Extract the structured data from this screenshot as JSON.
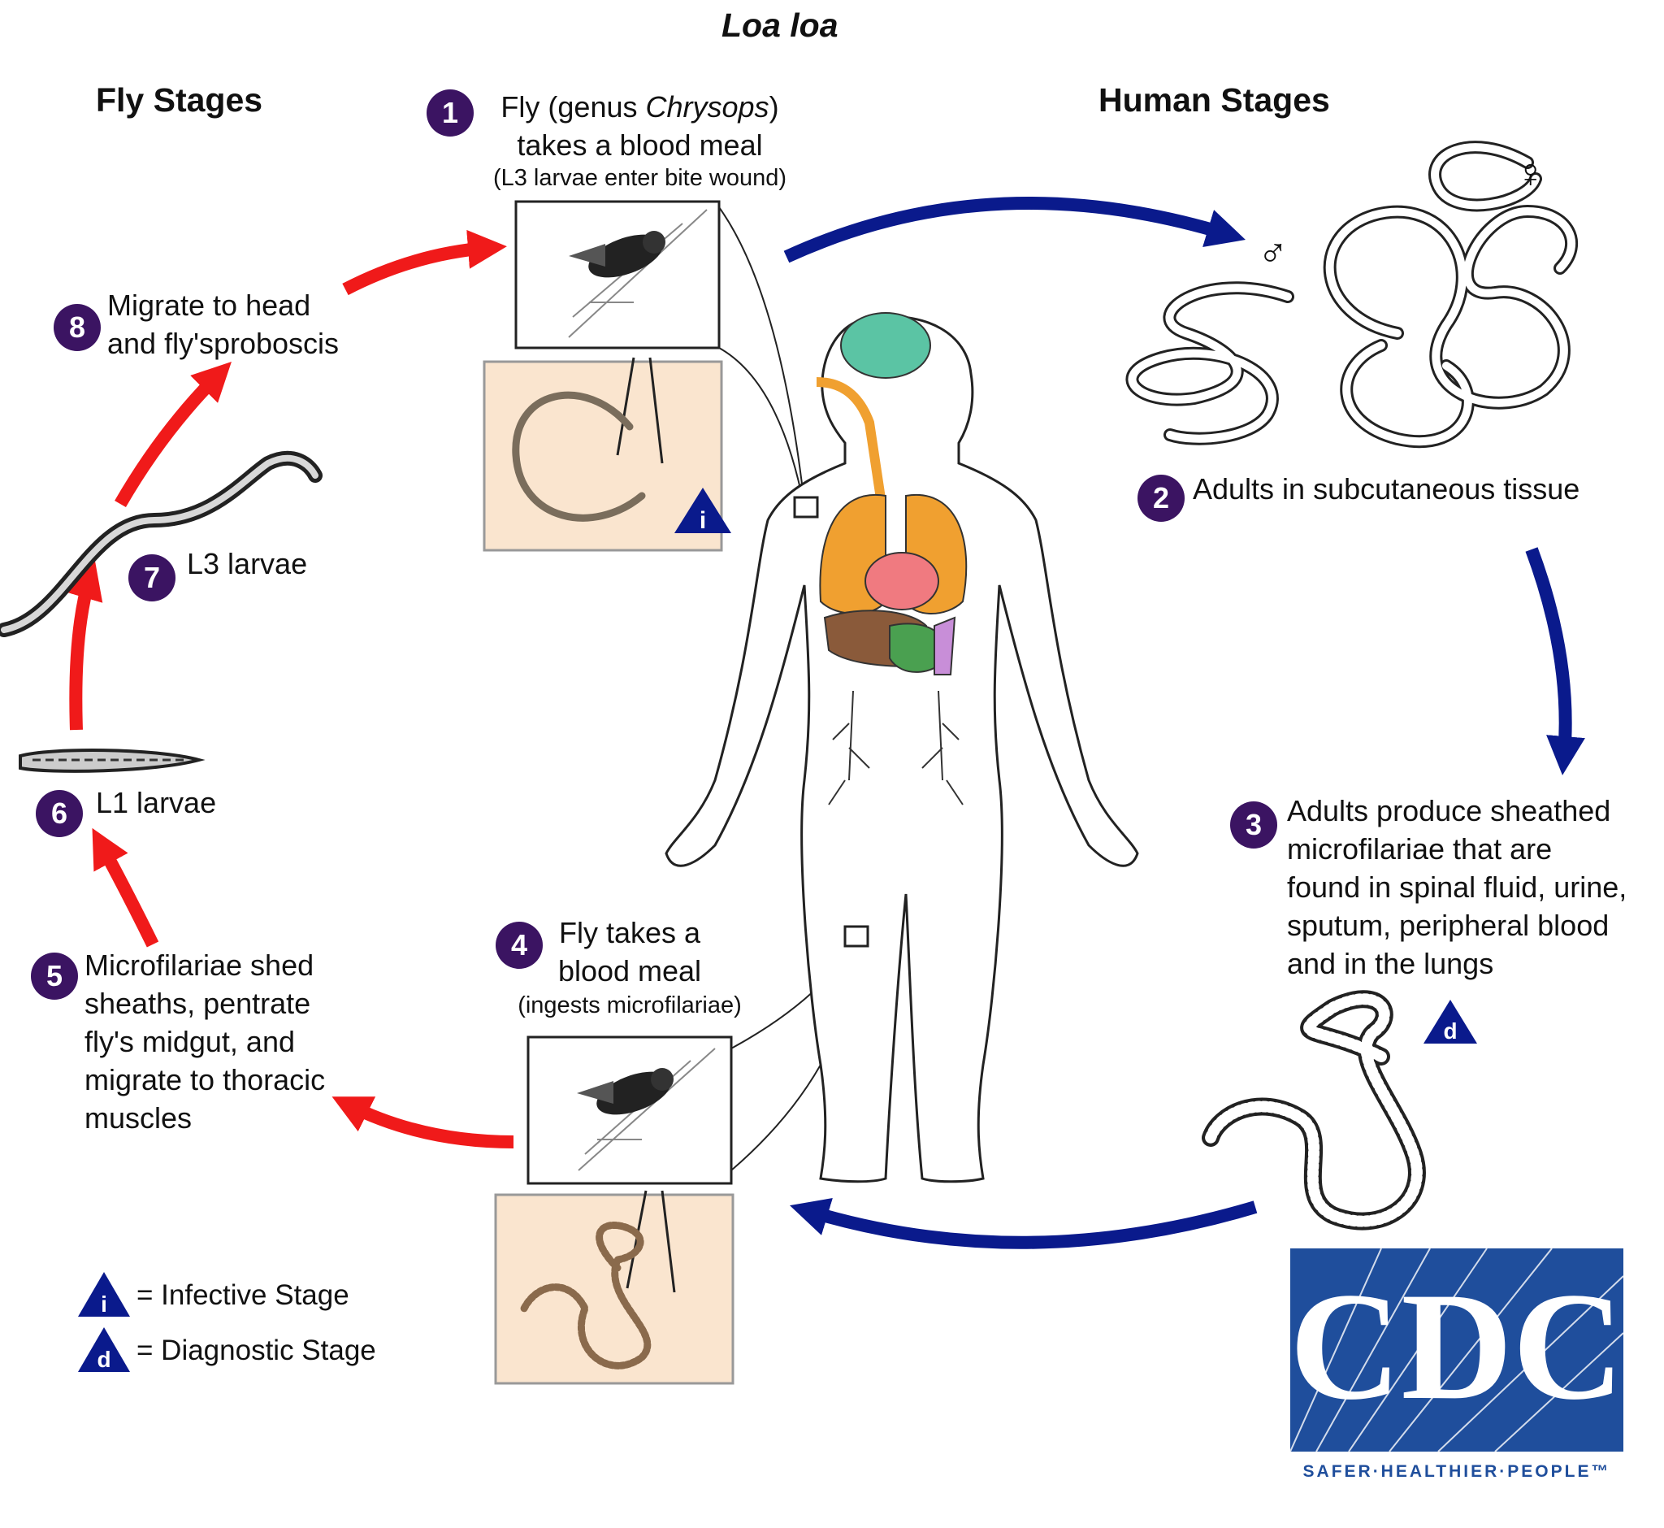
{
  "title": "Loa loa",
  "sections": {
    "fly": "Fly Stages",
    "human": "Human Stages"
  },
  "stages": [
    {
      "num": "1",
      "lines": [
        "Fly (genus ",
        "Chrysops",
        ")"
      ],
      "line2": "takes a blood meal",
      "sub": "(L3 larvae enter bite wound)"
    },
    {
      "num": "2",
      "text": "Adults in subcutaneous tissue"
    },
    {
      "num": "3",
      "lines": [
        "Adults produce sheathed",
        "microfilariae that are",
        "found in spinal fluid, urine,",
        "sputum, peripheral blood",
        "and in the lungs"
      ]
    },
    {
      "num": "4",
      "lines": [
        "Fly takes a",
        "blood meal"
      ],
      "sub": "(ingests microfilariae)"
    },
    {
      "num": "5",
      "lines": [
        "Microfilariae shed",
        "sheaths, pentrate",
        "fly's midgut, and",
        "migrate to thoracic",
        "muscles"
      ]
    },
    {
      "num": "6",
      "text": "L1 larvae"
    },
    {
      "num": "7",
      "text": "L3 larvae"
    },
    {
      "num": "8",
      "lines": [
        "Migrate to head",
        "and fly'sproboscis"
      ]
    }
  ],
  "legend": {
    "infective_symbol": "i",
    "infective": "= Infective Stage",
    "diagnostic_symbol": "d",
    "diagnostic": "= Diagnostic Stage"
  },
  "symbols": {
    "male": "♂",
    "female": "♀"
  },
  "logo": {
    "text": "CDC",
    "tagline": "SAFER·HEALTHIER·PEOPLE™"
  },
  "colors": {
    "human_arrow": "#0a1a8c",
    "fly_arrow": "#f01a1a",
    "stage_badge": "#3b1462",
    "inset_fill": "#fae5cf"
  }
}
